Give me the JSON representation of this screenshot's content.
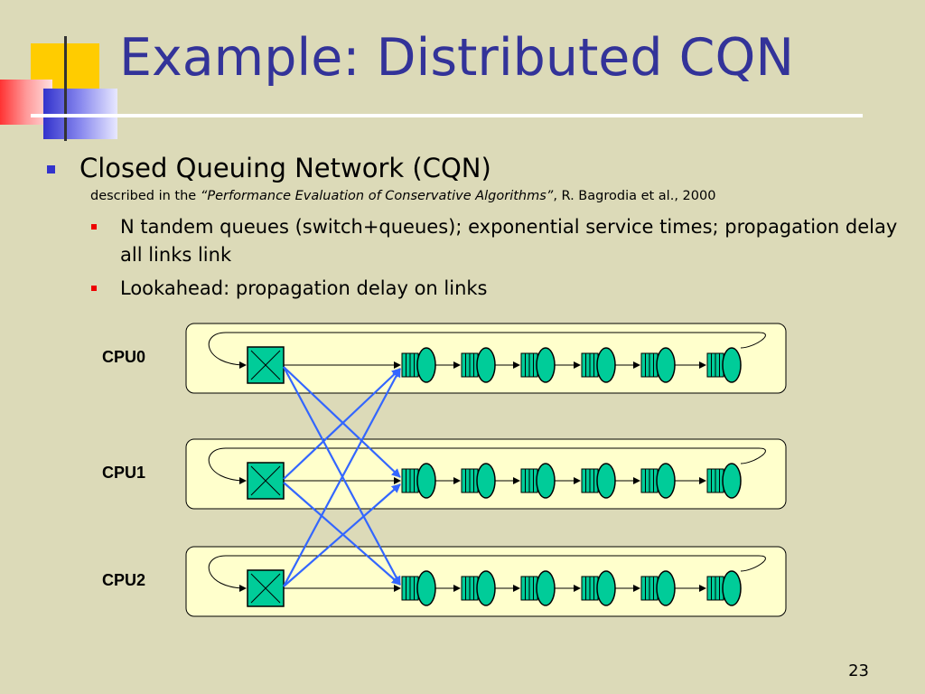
{
  "slide": {
    "title": "Example: Distributed CQN",
    "bullet": "Closed Queuing Network (CQN)",
    "source": {
      "prefix": "described in the ",
      "work": "“Performance Evaluation of Conservative Algorithms”",
      "suffix": ", R. Bagrodia et al., 2000"
    },
    "sub_bullets": [
      "N tandem queues (switch+queues); exponential service times; propagation delay all links link",
      "Lookahead: propagation delay on links"
    ],
    "page_number": "23"
  },
  "diagram": {
    "cpus": [
      "CPU0",
      "CPU1",
      "CPU2"
    ],
    "queues_per_cpu": 6,
    "colors": {
      "panel": "#ffffcc",
      "node": "#00cc99",
      "cross_link": "#3366ff",
      "title": "#333399"
    }
  }
}
